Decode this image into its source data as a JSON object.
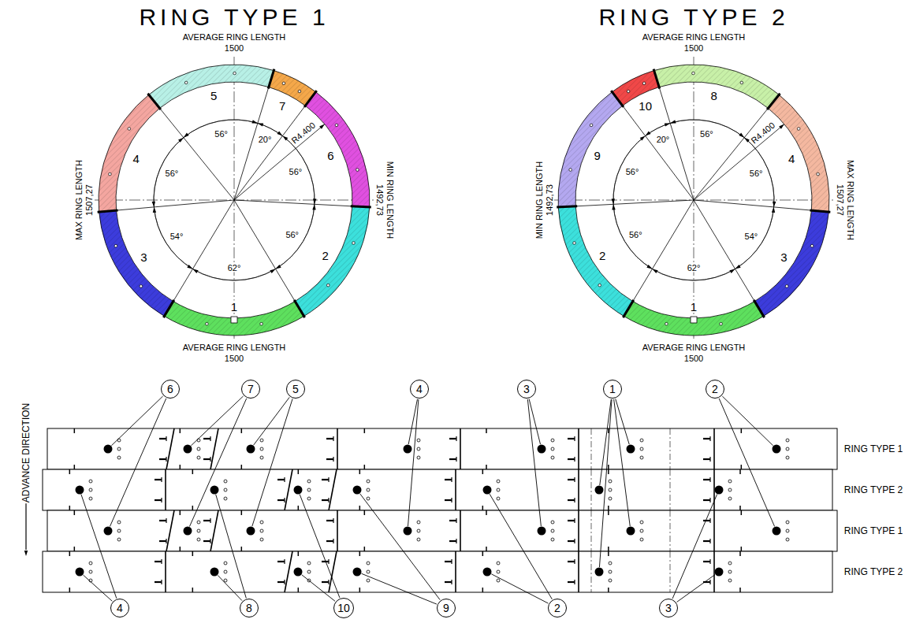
{
  "diagram": {
    "nodes": [
      {
        "text": [
          "6"
        ]
      },
      {
        "text": [
          "7"
        ]
      },
      {
        "text": [
          "5"
        ]
      },
      {
        "text": [
          "4"
        ]
      },
      {
        "text": [
          "3"
        ]
      },
      {
        "text": [
          "1"
        ]
      },
      {
        "text": [
          "2"
        ]
      },
      {
        "text": [
          "4"
        ]
      },
      {
        "text": [
          "8"
        ]
      },
      {
        "text": [
          "10"
        ]
      },
      {
        "text": [
          "9"
        ]
      },
      {
        "text": [
          "2"
        ]
      },
      {
        "text": [
          "3"
        ]
      }
    ],
    "labels": [
      "RING TYPE 1",
      "AVERAGE RING LENGTH",
      "1500",
      "5",
      "7",
      "6",
      "4",
      "3",
      "2",
      "1",
      "56°",
      "20°",
      "56°",
      "R4.400",
      "56°",
      "54°",
      "62°",
      "56°",
      "MAX RING LENGTH",
      "1507,27",
      "MIN RING LENGTH",
      "1492,73",
      "AVERAGE RING LENGTH",
      "1500",
      "RING TYPE 2",
      "AVERAGE RING LENGTH",
      "1500",
      "10",
      "8",
      "9",
      "4",
      "2",
      "3",
      "1",
      "20°",
      "56°",
      "56°",
      "R4.400",
      "56°",
      "56°",
      "62°",
      "54°",
      "MIN RING LENGTH",
      "1492,73",
      "MAX RING LENGTH",
      "1507,27",
      "AVERAGE RING LENGTH",
      "1500",
      "ADVANCE DIRECTION",
      "RING TYPE 1",
      "RING TYPE 2",
      "RING TYPE 1",
      "RING TYPE 2"
    ]
  }
}
